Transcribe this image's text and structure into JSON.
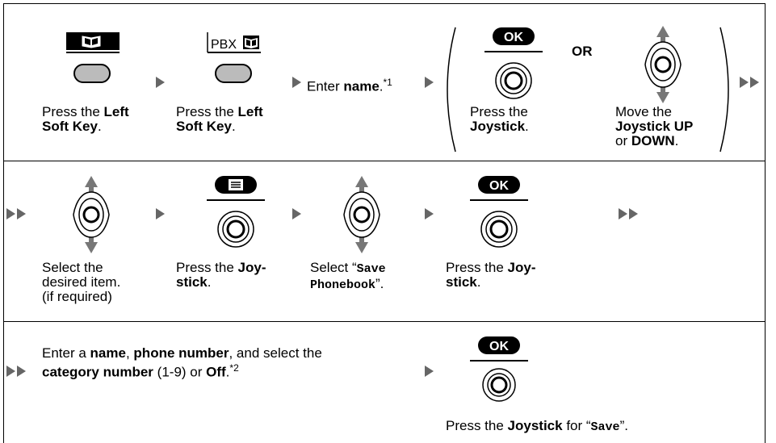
{
  "row1": {
    "step1": {
      "pre": "Press the ",
      "bold1": "Left",
      "bold2": "Soft Key",
      "post": "."
    },
    "step2": {
      "pre": "Press the ",
      "bold1": "Left",
      "bold2": "Soft Key",
      "post": ".",
      "label": "PBX"
    },
    "step3": {
      "pre": "Enter ",
      "bold": "name",
      "post": ".",
      "sup": "*1"
    },
    "ok_label": "OK",
    "step4": {
      "l1": "Press the",
      "bold": "Joystick",
      "post": "."
    },
    "or": "OR",
    "step5": {
      "l1": "Move the",
      "bold1": "Joystick UP",
      "mid": "or ",
      "bold2": "DOWN",
      "post": "."
    }
  },
  "row2": {
    "step1": {
      "l1": "Select the",
      "l2": "desired item.",
      "l3": "(if required)"
    },
    "step2": {
      "pre": "Press the ",
      "bold1": "Joy-",
      "bold2": "stick",
      "post": "."
    },
    "step3": {
      "pre": "Select “",
      "mono1": "Save",
      "mono2": "Phonebook",
      "post": "”."
    },
    "ok_label": "OK",
    "step4": {
      "pre": "Press the ",
      "bold1": "Joy-",
      "bold2": "stick",
      "post": "."
    }
  },
  "row3": {
    "text": {
      "a": "Enter a ",
      "b": "name",
      "c": ", ",
      "d": "phone number",
      "e": ", and select the",
      "f": "category number",
      "g": " (1-9) or ",
      "h": "Off",
      "i": ".",
      "sup": "*2"
    },
    "ok_label": "OK",
    "press": {
      "pre": "Press the ",
      "bold": "Joystick",
      "mid": " for “",
      "mono": "Save",
      "post": "”."
    }
  }
}
